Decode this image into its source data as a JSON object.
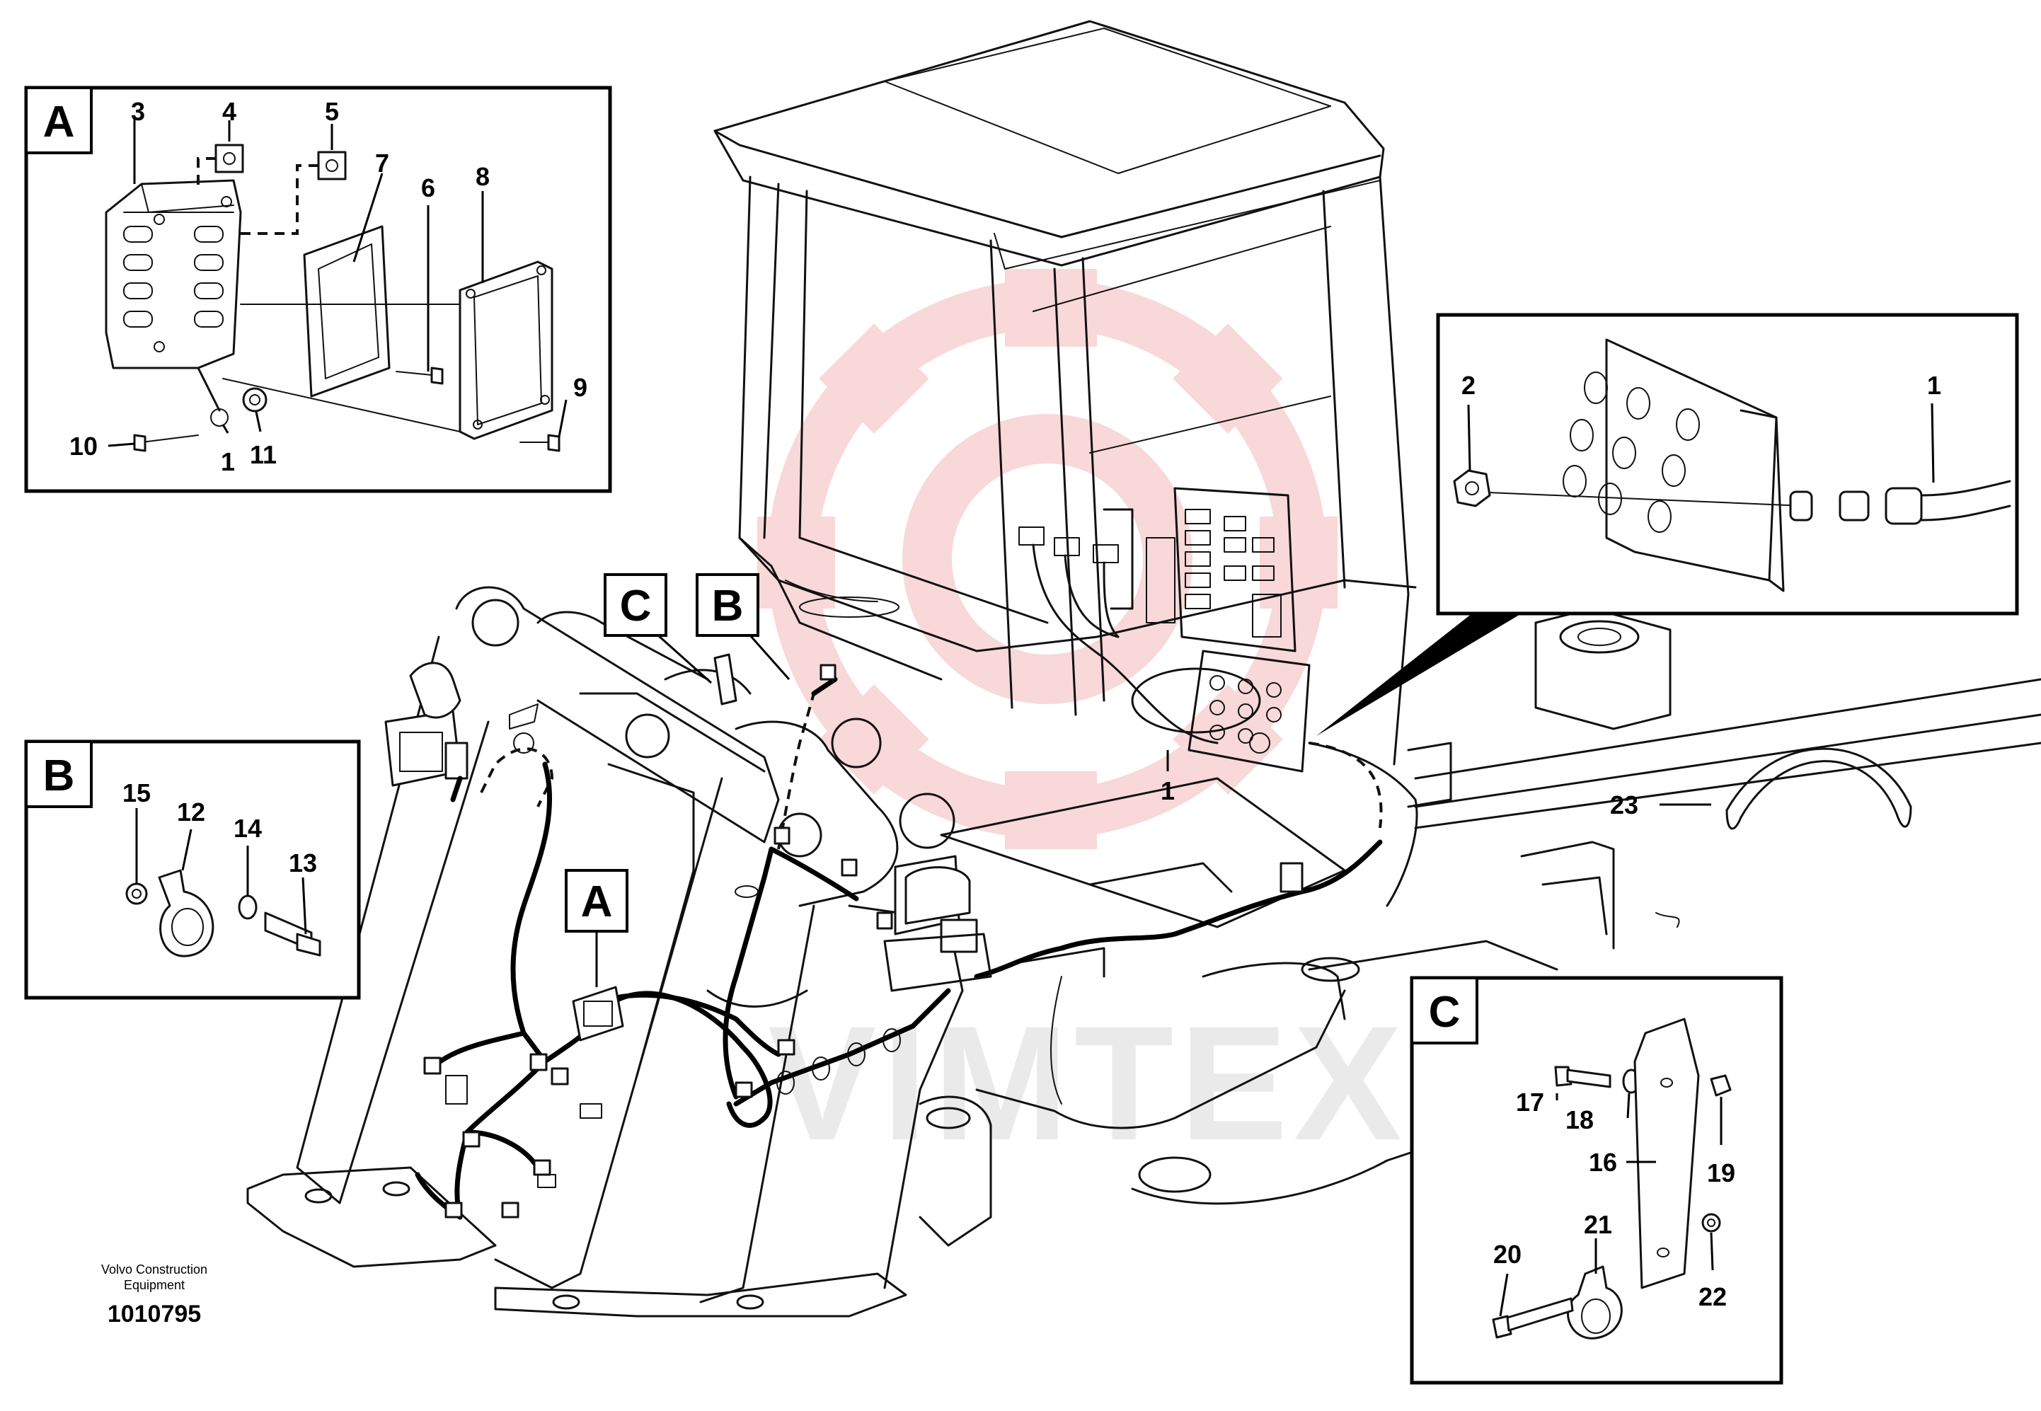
{
  "insets": {
    "A": {
      "letter": "A",
      "labels": [
        "3",
        "4",
        "5",
        "7",
        "6",
        "8",
        "9",
        "10",
        "1",
        "11"
      ]
    },
    "B": {
      "letter": "B",
      "labels": [
        "15",
        "12",
        "14",
        "13"
      ]
    },
    "C": {
      "letter": "C",
      "labels": [
        "17",
        "18",
        "16",
        "19",
        "21",
        "20",
        "22"
      ]
    },
    "connector": {
      "labels": [
        "2",
        "1"
      ]
    }
  },
  "main": {
    "callouts": [
      "C",
      "B",
      "A"
    ],
    "labels": {
      "harness": "1",
      "clamp": "23"
    }
  },
  "footer": {
    "company_line1": "Volvo Construction",
    "company_line2": "Equipment",
    "drawing_number": "1010795"
  },
  "watermark": {
    "text": "VIMTEX",
    "color": "#e8a0a0"
  },
  "colors": {
    "line": "#111111",
    "background": "#ffffff",
    "watermark": "#f2c2c2"
  }
}
